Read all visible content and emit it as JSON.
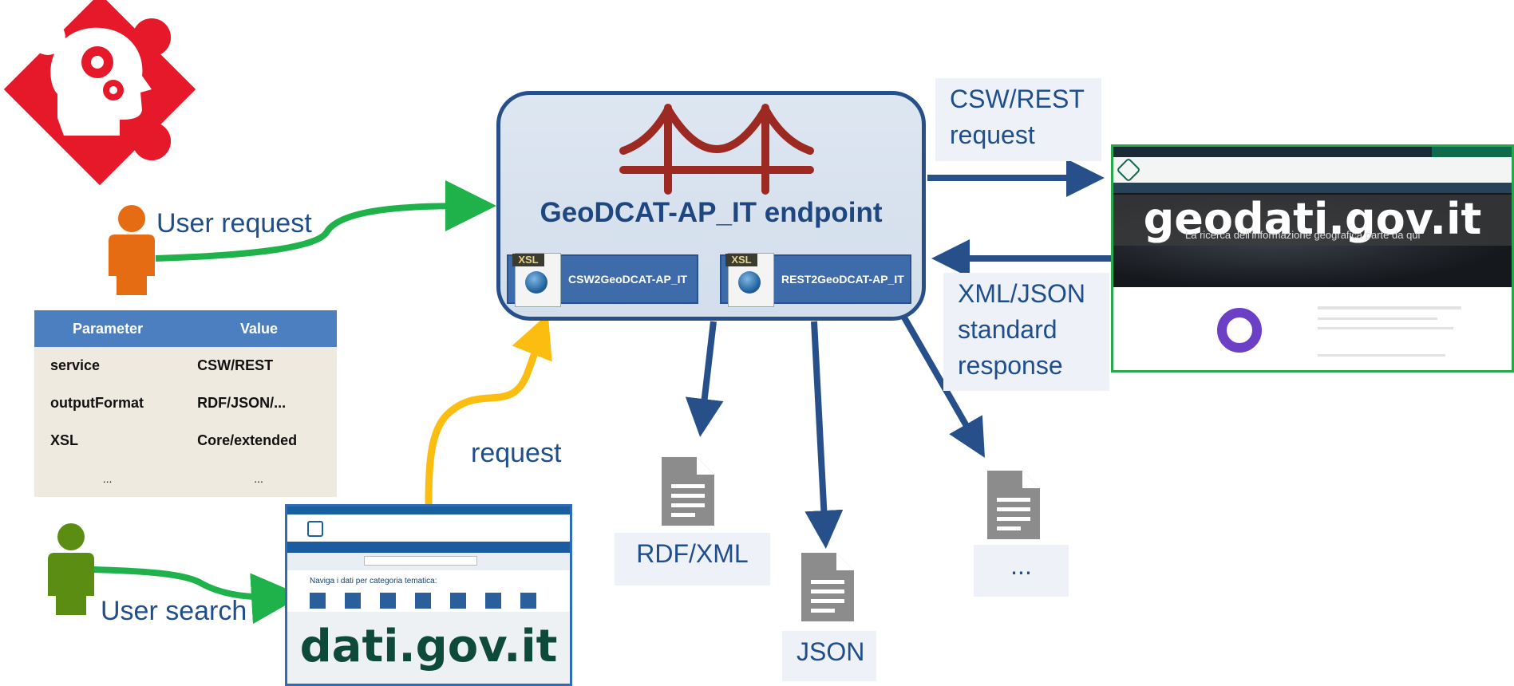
{
  "endpoint": {
    "title": "GeoDCAT-AP_IT endpoint",
    "xsl_tag": "XSL",
    "transforms": [
      "CSW2GeoDCAT-AP_IT",
      "REST2GeoDCAT-AP_IT"
    ]
  },
  "labels": {
    "user_request": "User request",
    "user_search": "User search",
    "request": "request",
    "csw_rest_request": [
      "CSW/REST",
      "request"
    ],
    "xml_json_response": [
      "XML/JSON",
      "standard",
      "response"
    ]
  },
  "outputs": [
    "RDF/XML",
    "JSON",
    "..."
  ],
  "param_table": {
    "headers": [
      "Parameter",
      "Value"
    ],
    "rows": [
      [
        "service",
        "CSW/REST"
      ],
      [
        "outputFormat",
        "RDF/JSON/..."
      ],
      [
        "XSL",
        "Core/extended"
      ],
      [
        "...",
        "..."
      ]
    ]
  },
  "sites": {
    "geodati": {
      "name": "geodati.gov.it",
      "tagline": "La ricerca dell'informazione geografica parte da qui",
      "logo": "geodati.gov.it"
    },
    "dati": {
      "name": "dati.gov.it",
      "logo": "dati.gov.it",
      "section": "Naviga i dati per categoria tematica:"
    }
  },
  "colors": {
    "dark_blue": "#27508a",
    "green_arrow": "#1fb24b",
    "yellow_arrow": "#fbbd10",
    "puzzle_red": "#e5192a",
    "user_orange": "#e56c12",
    "user_green": "#5a8d12",
    "bridge": "#9c2a22",
    "doc_gray": "#8c8c8c"
  },
  "icons": [
    "puzzle-brain-icon",
    "user-icon",
    "bridge-icon",
    "document-icon",
    "globe-icon"
  ]
}
